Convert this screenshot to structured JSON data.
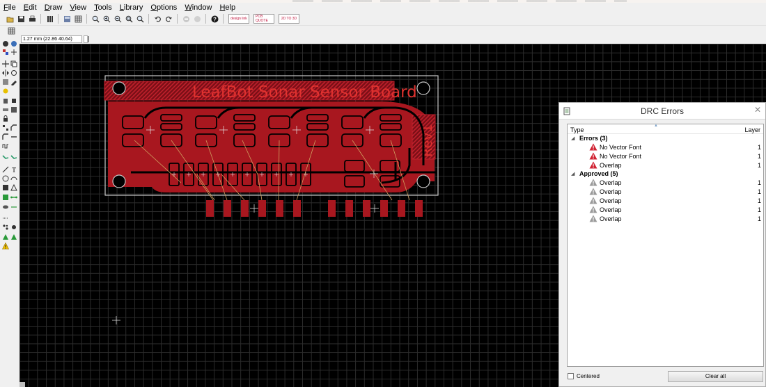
{
  "menu": [
    "File",
    "Edit",
    "Draw",
    "View",
    "Tools",
    "Library",
    "Options",
    "Window",
    "Help"
  ],
  "toolbar": {
    "buttons": [
      "open-icon",
      "save-icon",
      "print-icon",
      "cam-icon",
      "layers-icon",
      "grid-icon",
      "zoom-fit-icon",
      "zoom-in-icon",
      "zoom-out-icon",
      "zoom-select-icon",
      "zoom-redraw-icon",
      "undo-icon",
      "redo-icon",
      "stop-icon",
      "go-icon",
      "help-icon"
    ],
    "links": [
      "design link",
      "PCB QUOTE",
      "2D TO 3D"
    ]
  },
  "coord": {
    "readout": "1.27 mm (22.86 40.64)"
  },
  "board": {
    "title": "LeafBot Sonar Sensor Board",
    "rev": "Rev1",
    "trace_color": "#a8171f",
    "outline_color": "#c8c8c8"
  },
  "drc": {
    "title": "DRC Errors",
    "columns": {
      "type": "Type",
      "layer": "Layer"
    },
    "groups": [
      {
        "label": "Errors (3)",
        "items": [
          {
            "type": "No Vector Font",
            "layer": "1",
            "icon": "error-icon"
          },
          {
            "type": "No Vector Font",
            "layer": "1",
            "icon": "error-icon"
          },
          {
            "type": "Overlap",
            "layer": "1",
            "icon": "error-icon"
          }
        ]
      },
      {
        "label": "Approved (5)",
        "items": [
          {
            "type": "Overlap",
            "layer": "1",
            "icon": "approved-icon"
          },
          {
            "type": "Overlap",
            "layer": "1",
            "icon": "approved-icon"
          },
          {
            "type": "Overlap",
            "layer": "1",
            "icon": "approved-icon"
          },
          {
            "type": "Overlap",
            "layer": "1",
            "icon": "approved-icon"
          },
          {
            "type": "Overlap",
            "layer": "1",
            "icon": "approved-icon"
          }
        ]
      }
    ],
    "centered_label": "Centered",
    "clear_label": "Clear all"
  }
}
